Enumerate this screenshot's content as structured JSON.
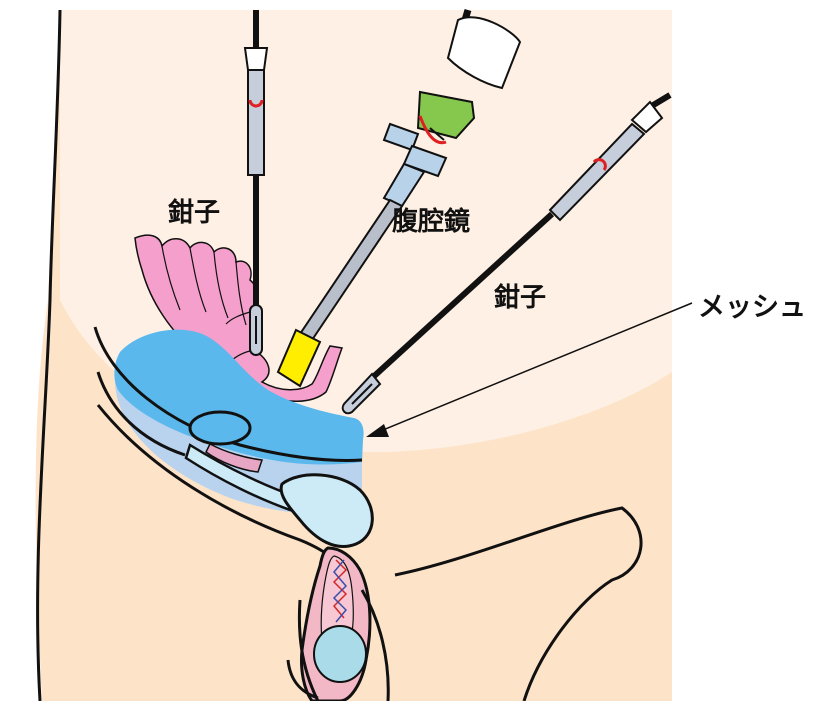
{
  "labels": {
    "forceps_left": "鉗子",
    "laparoscope": "腹腔鏡",
    "forceps_right": "鉗子",
    "mesh": "メッシュ"
  },
  "colors": {
    "skin": "#fde3c8",
    "peritoneum": "#fef0e4",
    "mesh": "#5bb8ec",
    "mesh_under": "#b9d3ee",
    "intestine": "#f59fcc",
    "light_blue": "#cdeaf7",
    "scope_cap": "#86c74d",
    "trocar_ring": "#b8d2ea",
    "light": "#ffee00",
    "valve_red": "#e02020",
    "outline": "#111111"
  }
}
